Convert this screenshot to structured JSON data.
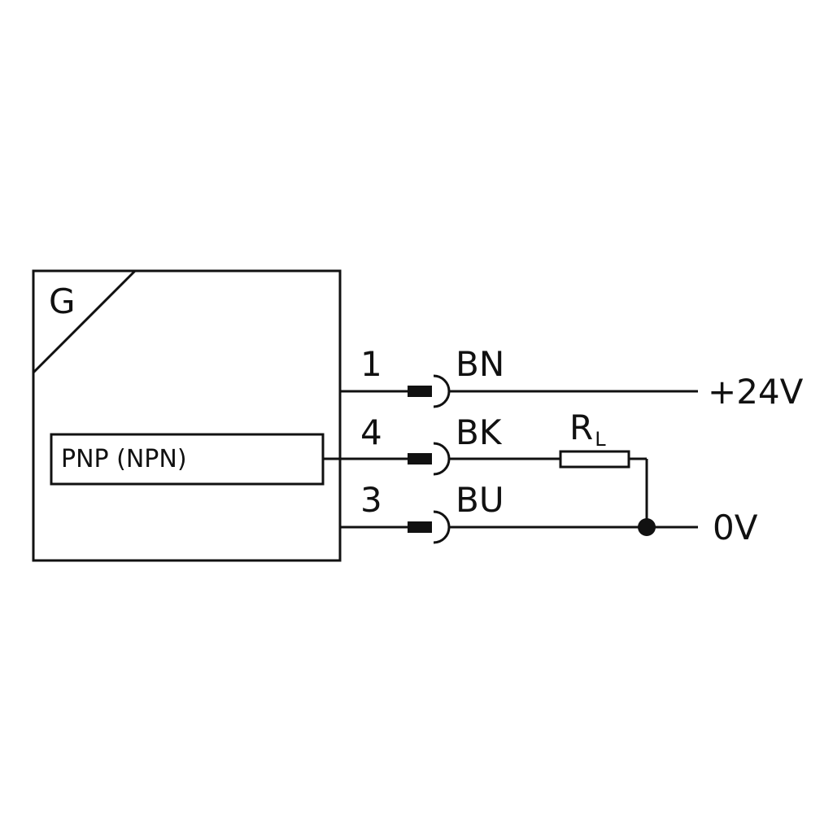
{
  "sensor": {
    "type_letter": "G",
    "output_label": "PNP (NPN)"
  },
  "wires": [
    {
      "pin": "1",
      "color_code": "BN",
      "target": "+24V"
    },
    {
      "pin": "4",
      "color_code": "BK",
      "target": ""
    },
    {
      "pin": "3",
      "color_code": "BU",
      "target": "0V"
    }
  ],
  "load": {
    "label_main": "R",
    "label_sub": "L"
  },
  "colors": {
    "line": "#111111",
    "background": "#ffffff"
  }
}
